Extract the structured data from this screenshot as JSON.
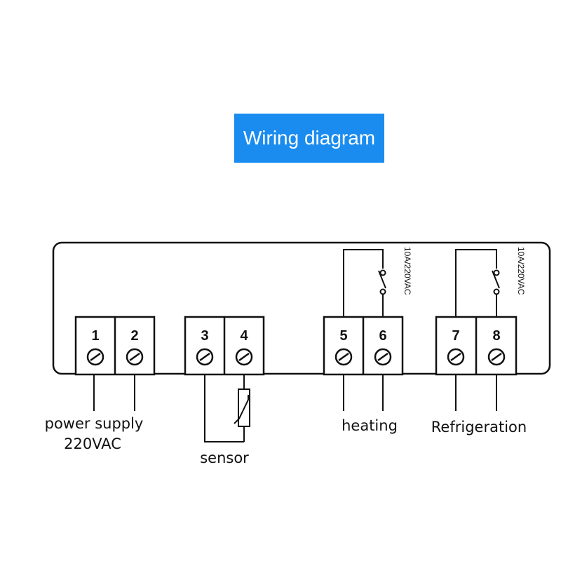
{
  "title": "Wiring diagram",
  "terminals": [
    "1",
    "2",
    "3",
    "4",
    "5",
    "6",
    "7",
    "8"
  ],
  "relays": [
    {
      "rating": "10A/220VAC"
    },
    {
      "rating": "10A/220VAC"
    }
  ],
  "labels": {
    "power_line1": "power supply",
    "power_line2": "220VAC",
    "sensor": "sensor",
    "heating": "heating",
    "refrigeration": "Refrigeration"
  },
  "colors": {
    "title_bg": "#1a8cf0",
    "title_text": "#ffffff",
    "line": "#111111"
  }
}
